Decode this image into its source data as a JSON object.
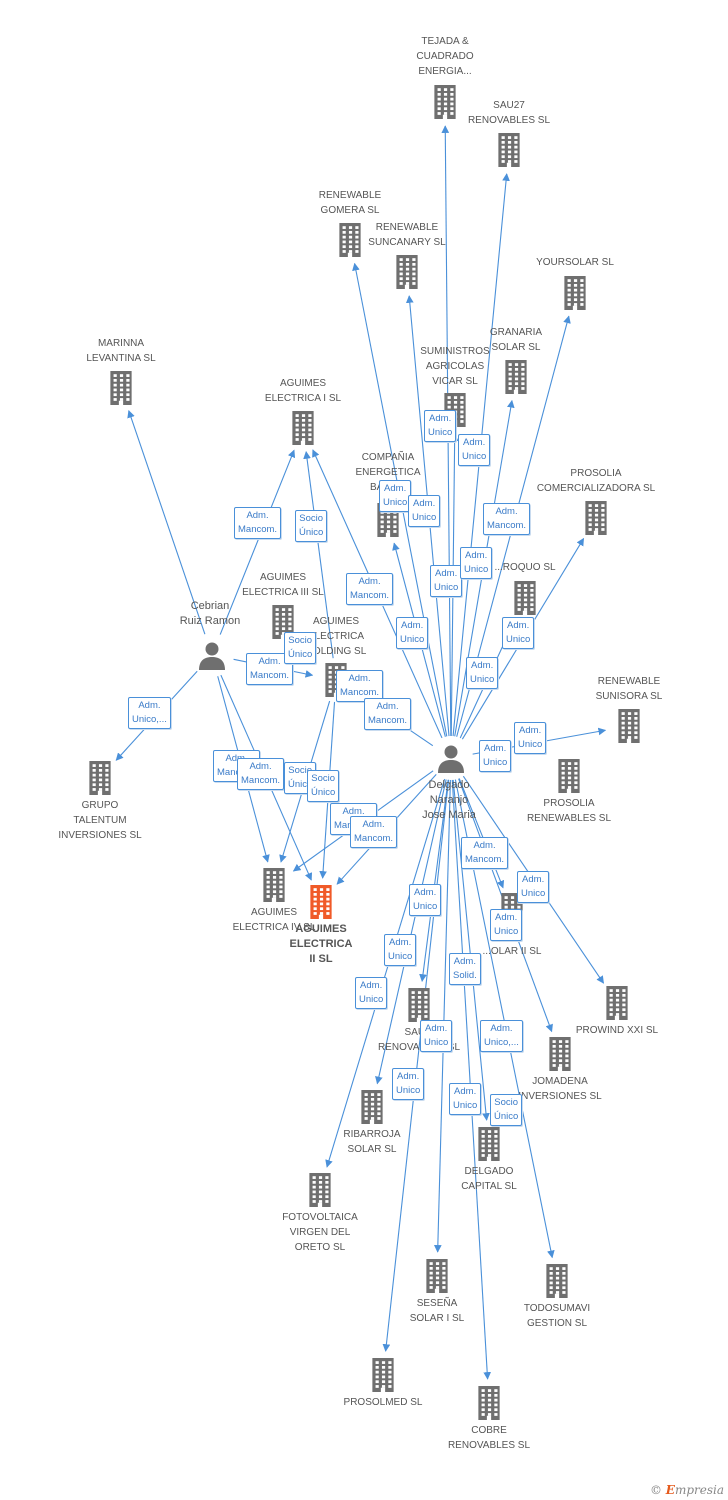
{
  "colors": {
    "edge": "#4a90d9",
    "company_icon": "#6f6f6f",
    "focus_icon": "#f05a28",
    "person_icon": "#6f6f6f",
    "label": "#555555",
    "tag_border": "#4a90d9",
    "tag_text": "#3a7bc8"
  },
  "logo": {
    "copyright": "©",
    "brand_first": "E",
    "brand_rest": "mpresia"
  },
  "nodes": [
    {
      "id": "tejada",
      "type": "company",
      "label": "TEJADA &\nCUADRADO\nENERGIA..."
    },
    {
      "id": "sau27",
      "type": "company",
      "label": "SAU27\nRENOVABLES SL"
    },
    {
      "id": "gomera",
      "type": "company",
      "label": "RENEWABLE\nGOMERA SL"
    },
    {
      "id": "suncanary",
      "type": "company",
      "label": "RENEWABLE\nSUNCANARY SL"
    },
    {
      "id": "yoursolar",
      "type": "company",
      "label": "YOURSOLAR SL"
    },
    {
      "id": "granaria",
      "type": "company",
      "label": "GRANARIA\nSOLAR SL"
    },
    {
      "id": "suministros",
      "type": "company",
      "label": "SUMINISTROS\nAGRICOLAS\nVICAR SL"
    },
    {
      "id": "marinna",
      "type": "company",
      "label": "MARINNA\nLEVANTINA SL"
    },
    {
      "id": "aguimes1",
      "type": "company",
      "label": "AGUIMES\nELECTRICA I SL"
    },
    {
      "id": "compania",
      "type": "company",
      "label": "COMPAÑIA\nENERGETICA\nBARR..."
    },
    {
      "id": "prosolia_com",
      "type": "company",
      "label": "PROSOLIA\nCOMERCIALIZADORA SL"
    },
    {
      "id": "aguimes3",
      "type": "company",
      "label": "AGUIMES\nELECTRICA III SL"
    },
    {
      "id": "aguimes_holding",
      "type": "company",
      "label": "AGUIMES\nELECTRICA\nHOLDING SL"
    },
    {
      "id": "roquo",
      "type": "company",
      "label": "...ROQUO SL"
    },
    {
      "id": "sunisora",
      "type": "company",
      "label": "RENEWABLE\nSUNISORA SL"
    },
    {
      "id": "prosolia_ren",
      "type": "company",
      "label": "PROSOLIA\nRENEWABLES SL"
    },
    {
      "id": "grupo",
      "type": "company",
      "label": "GRUPO\nTALENTUM\nINVERSIONES SL"
    },
    {
      "id": "aguimes4",
      "type": "company",
      "label": "AGUIMES\nELECTRICA IV SL"
    },
    {
      "id": "aguimes2",
      "type": "focus",
      "label": "AGUIMES\nELECTRICA\nII SL"
    },
    {
      "id": "solar2",
      "type": "company",
      "label": "...OLAR II SL"
    },
    {
      "id": "prowind",
      "type": "company",
      "label": "PROWIND XXI SL"
    },
    {
      "id": "sau_ren",
      "type": "company",
      "label": "SAU...\nRENOVABLES SL"
    },
    {
      "id": "jomadena",
      "type": "company",
      "label": "JOMADENA\nINVERSIONES SL"
    },
    {
      "id": "ribarroja",
      "type": "company",
      "label": "RIBARROJA\nSOLAR SL"
    },
    {
      "id": "delgado_cap",
      "type": "company",
      "label": "DELGADO\nCAPITAL SL"
    },
    {
      "id": "fotovoltaica",
      "type": "company",
      "label": "FOTOVOLTAICA\nVIRGEN DEL\nORETO SL"
    },
    {
      "id": "todosumavi",
      "type": "company",
      "label": "TODOSUMAVI\nGESTION SL"
    },
    {
      "id": "sesena",
      "type": "company",
      "label": "SESEÑA\nSOLAR I SL"
    },
    {
      "id": "prosolmed",
      "type": "company",
      "label": "PROSOLMED SL"
    },
    {
      "id": "cobre",
      "type": "company",
      "label": "COBRE\nRENOVABLES SL"
    },
    {
      "id": "cebrian",
      "type": "person",
      "label": "Cebrian\nRuiz Ramon"
    },
    {
      "id": "delgado",
      "type": "person",
      "label": "Delgado\nNaranjo\nJose Maria"
    }
  ],
  "edges": [
    {
      "from": "delgado",
      "to": "tejada"
    },
    {
      "from": "delgado",
      "to": "sau27"
    },
    {
      "from": "delgado",
      "to": "gomera"
    },
    {
      "from": "delgado",
      "to": "suncanary"
    },
    {
      "from": "delgado",
      "to": "yoursolar"
    },
    {
      "from": "delgado",
      "to": "granaria"
    },
    {
      "from": "delgado",
      "to": "suministros"
    },
    {
      "from": "delgado",
      "to": "aguimes1"
    },
    {
      "from": "delgado",
      "to": "compania"
    },
    {
      "from": "delgado",
      "to": "prosolia_com"
    },
    {
      "from": "delgado",
      "to": "roquo"
    },
    {
      "from": "delgado",
      "to": "sunisora"
    },
    {
      "from": "delgado",
      "to": "aguimes2"
    },
    {
      "from": "delgado",
      "to": "aguimes4"
    },
    {
      "from": "delgado",
      "to": "solar2"
    },
    {
      "from": "delgado",
      "to": "prowind"
    },
    {
      "from": "delgado",
      "to": "sau_ren"
    },
    {
      "from": "delgado",
      "to": "jomadena"
    },
    {
      "from": "delgado",
      "to": "ribarroja"
    },
    {
      "from": "delgado",
      "to": "delgado_cap"
    },
    {
      "from": "delgado",
      "to": "fotovoltaica"
    },
    {
      "from": "delgado",
      "to": "todosumavi"
    },
    {
      "from": "delgado",
      "to": "sesena"
    },
    {
      "from": "delgado",
      "to": "prosolmed"
    },
    {
      "from": "delgado",
      "to": "cobre"
    },
    {
      "from": "delgado",
      "to": "aguimes_holding"
    },
    {
      "from": "cebrian",
      "to": "marinna"
    },
    {
      "from": "cebrian",
      "to": "aguimes1"
    },
    {
      "from": "cebrian",
      "to": "aguimes_holding"
    },
    {
      "from": "cebrian",
      "to": "grupo"
    },
    {
      "from": "cebrian",
      "to": "aguimes4"
    },
    {
      "from": "cebrian",
      "to": "aguimes2"
    },
    {
      "from": "aguimes_holding",
      "to": "aguimes2"
    },
    {
      "from": "aguimes_holding",
      "to": "aguimes4"
    },
    {
      "from": "aguimes_holding",
      "to": "aguimes1"
    }
  ],
  "relation_tags": [
    "Adm.\nUnico",
    "Adm.\nUnico",
    "Adm.\nUnico",
    "Adm.\nUnico",
    "Adm.\nMancom.",
    "Adm.\nMancom.",
    "Socio\nÚnico",
    "Adm.\nMancom.",
    "Adm.\nUnico",
    "Adm.\nUnico",
    "Adm.\nUnico",
    "Adm.\nUnico",
    "Adm.\nUnico,...",
    "Adm.\nUnico",
    "Adm.\nMancom.",
    "Socio\nÚnico",
    "Adm.\nMancom.",
    "Adm.\nMancom.",
    "Adm.\nMancom.",
    "Adm.\nMancom.",
    "Socio\nÚnico",
    "Socio\nÚnico",
    "Adm.\nMancom.",
    "Adm.\nMancom.",
    "Adm.\nUnico",
    "Adm.\nUnico",
    "Adm.\nUnico",
    "Adm.\nMancom.",
    "Adm.\nUnico",
    "Adm.\nUnico",
    "Adm.\nUnico",
    "Adm.\nUnico",
    "Adm.\nSolid.",
    "Adm.\nUnico",
    "Adm.\nUnico,...",
    "Adm.\nUnico",
    "Adm.\nUnico",
    "Socio\nÚnico"
  ]
}
